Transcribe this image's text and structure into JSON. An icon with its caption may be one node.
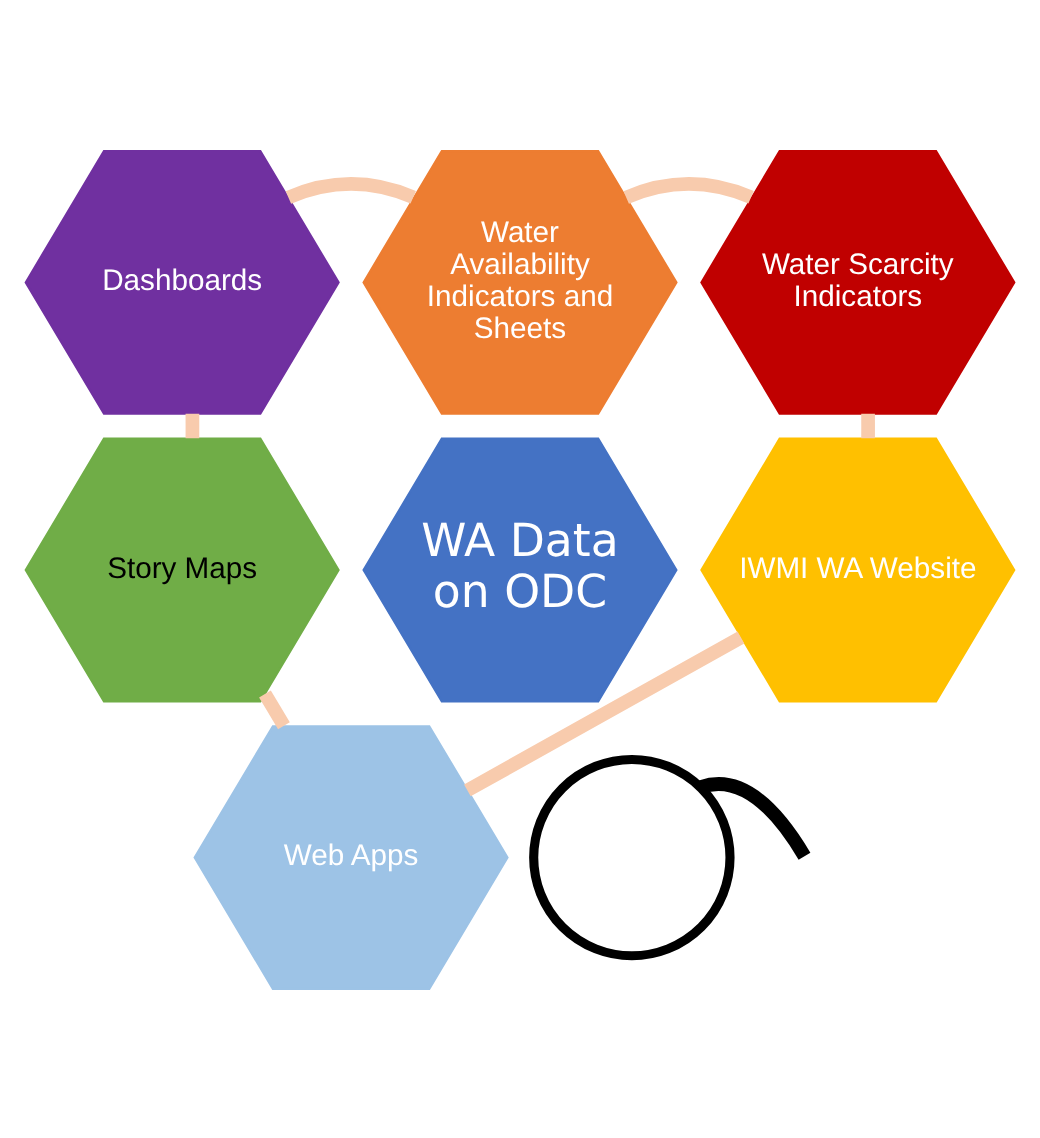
{
  "diagram": {
    "nodes": [
      {
        "text": [
          "WA Data on ODC"
        ]
      },
      {
        "text": [
          "Water Availability Indicators and Sheets"
        ]
      },
      {
        "text": [
          "Water Scarcity Indicators"
        ]
      },
      {
        "text": [
          "IWMI WA Website"
        ]
      },
      {
        "text": [
          "Web Apps"
        ]
      },
      {
        "text": [
          "Story Maps"
        ]
      },
      {
        "text": [
          "Dashboards"
        ]
      },
      {
        "text": [],
        "shape": "circle"
      }
    ],
    "edges": [
      {
        "from": 6,
        "to": 1,
        "arrow": "none"
      },
      {
        "from": 1,
        "to": 2,
        "arrow": "none"
      },
      {
        "from": 2,
        "to": 3,
        "arrow": "none"
      },
      {
        "from": 3,
        "to": 4,
        "arrow": "none"
      },
      {
        "from": 4,
        "to": 5,
        "arrow": "none"
      },
      {
        "from": 5,
        "to": 6,
        "arrow": "none"
      },
      {
        "from": 7,
        "to": null,
        "arrow": "none",
        "color": "#000000"
      }
    ]
  }
}
